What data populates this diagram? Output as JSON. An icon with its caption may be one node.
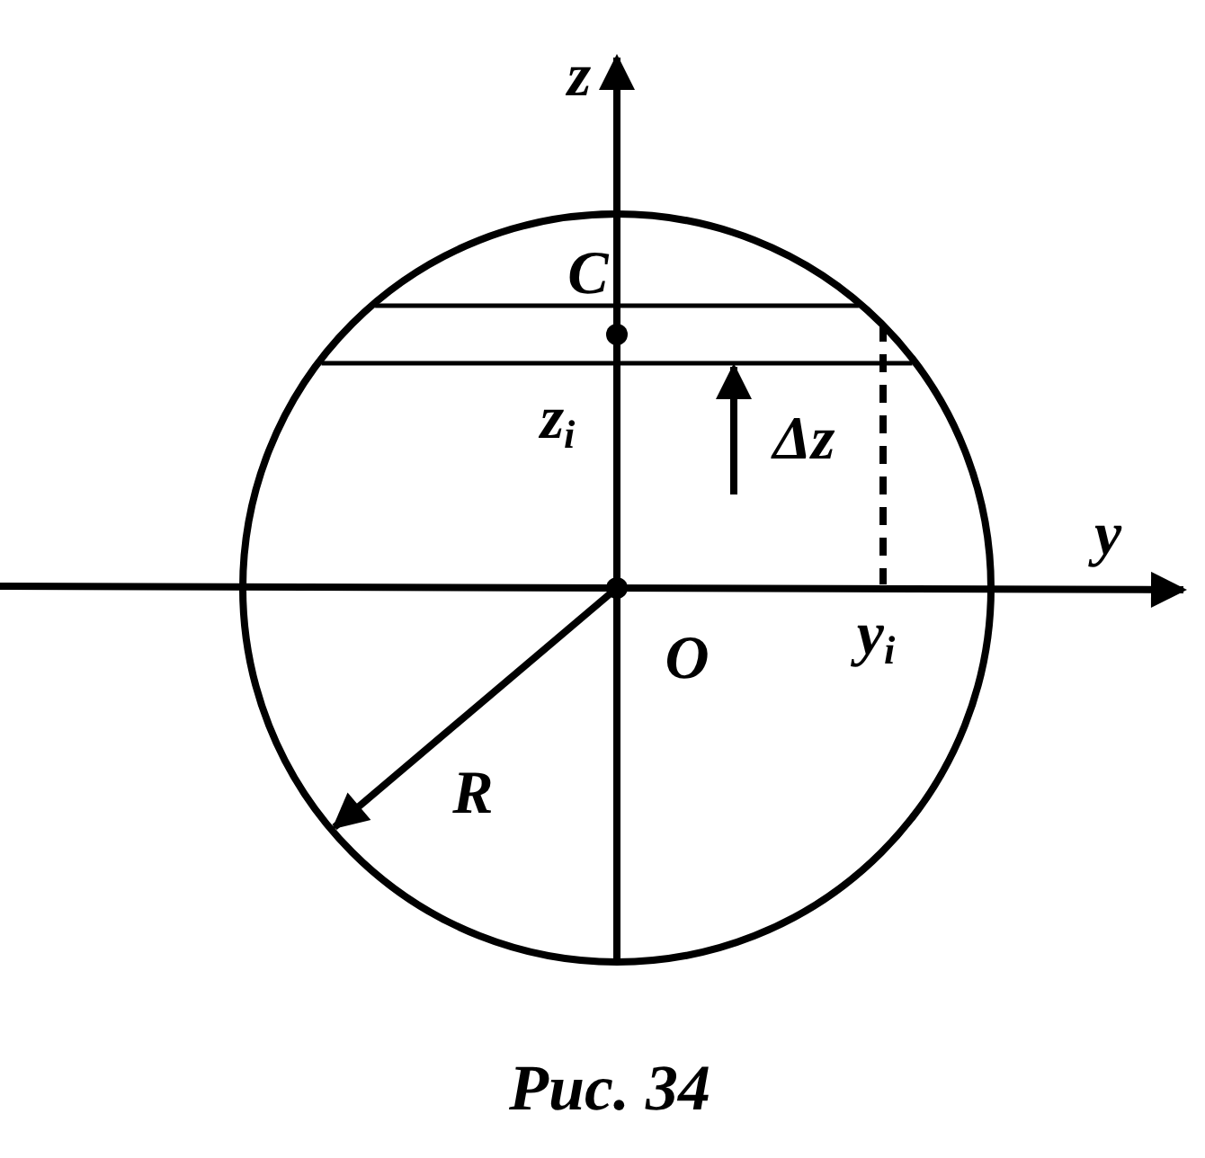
{
  "diagram": {
    "caption": "Рис. 34",
    "labels": [
      "z",
      "C",
      "z$_{i}$",
      "Δz",
      "y",
      "y$_{i}$",
      "O",
      "R"
    ]
  }
}
